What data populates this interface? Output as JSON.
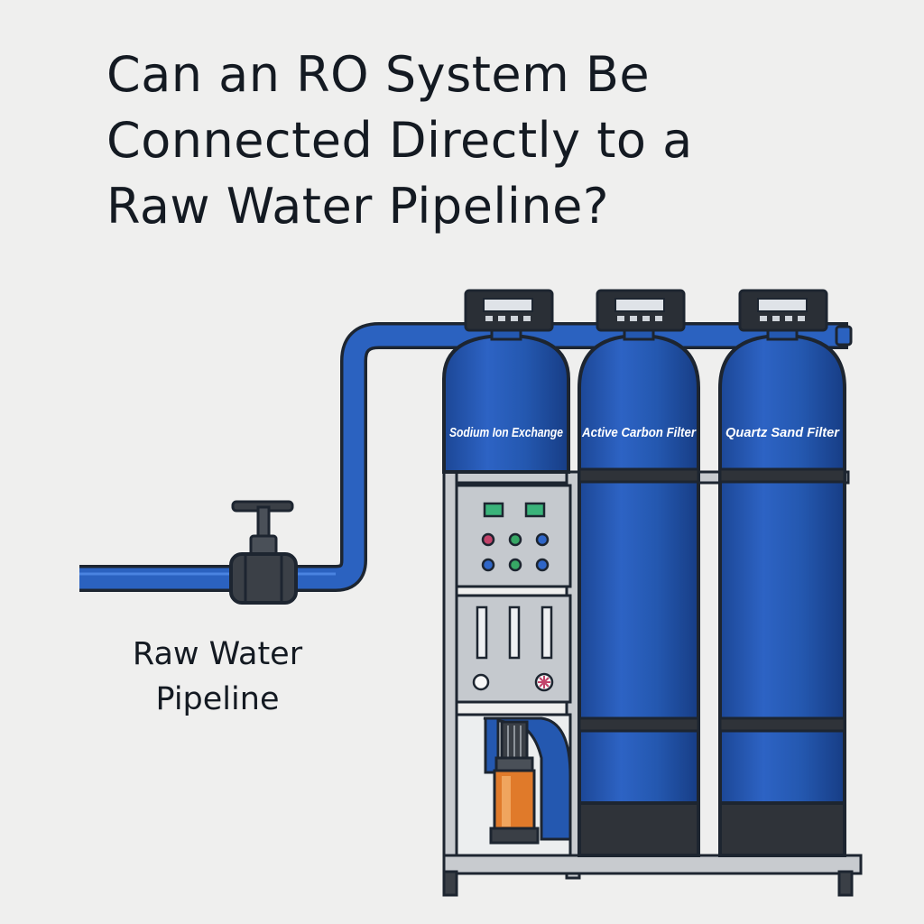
{
  "title": {
    "line1": "Can an RO System Be",
    "line2": "Connected Directly to a",
    "line3": "Raw Water Pipeline?"
  },
  "pipeline_label": {
    "line1": "Raw Water",
    "line2": "Pipeline"
  },
  "tanks": [
    {
      "label": "Sodium Ion Exchange"
    },
    {
      "label": "Active Carbon Filter"
    },
    {
      "label": "Quartz Sand Filter"
    }
  ],
  "colors": {
    "background": "#efefee",
    "tank_blue": "#2458b0",
    "pipe_blue": "#2b62c0",
    "outline": "#1d2530",
    "frame_gray": "#c8cbcf",
    "pump_orange": "#e07a2a"
  },
  "icons": [
    "valve-icon",
    "control-head-icon",
    "pump-icon",
    "gauge-icon"
  ]
}
